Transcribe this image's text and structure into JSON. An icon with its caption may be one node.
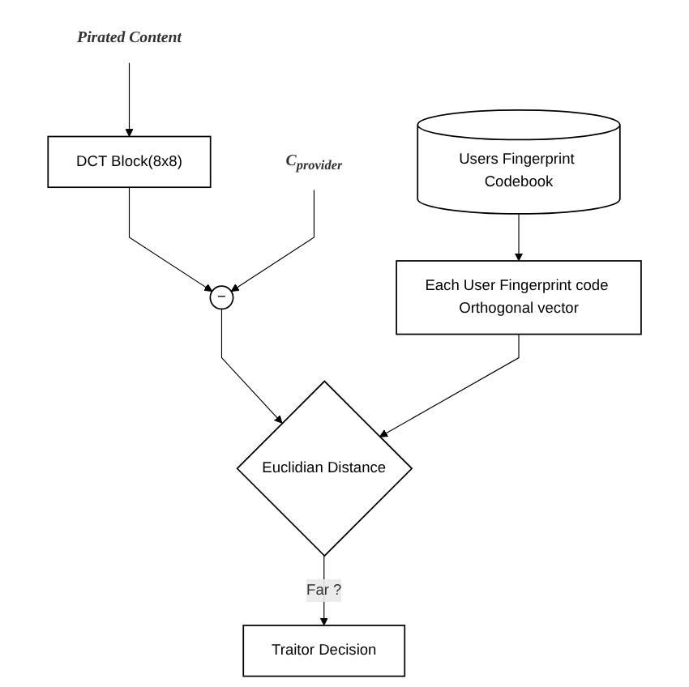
{
  "diagram": {
    "nodes": [
      {
        "text": [
          "Pirated Content"
        ]
      },
      {
        "text": [
          "Users Fingerprint Codebook"
        ]
      },
      {
        "text": [
          "DCT Block(8x8)"
        ]
      },
      {
        "text": [
          "Each User Fingerprint code Orthogonal vector"
        ]
      },
      {
        "text": [
          "C$_{provider}$"
        ]
      },
      {
        "text": [
          "−"
        ]
      },
      {
        "text": [
          "Euclidian Distance"
        ]
      },
      {
        "text": [
          "Traitor Decision"
        ]
      }
    ],
    "edges": [
      {
        "from": 0,
        "to": 2,
        "arrow": "to"
      },
      {
        "from": 1,
        "to": 3,
        "arrow": "to"
      },
      {
        "from": 2,
        "to": 5,
        "arrow": "to"
      },
      {
        "from": 4,
        "to": 5,
        "arrow": "to"
      },
      {
        "from": 5,
        "to": 6,
        "arrow": "to"
      },
      {
        "from": 3,
        "to": 6,
        "arrow": "to"
      },
      {
        "from": 6,
        "to": 7,
        "label": "Far ?",
        "arrow": "to"
      }
    ]
  }
}
